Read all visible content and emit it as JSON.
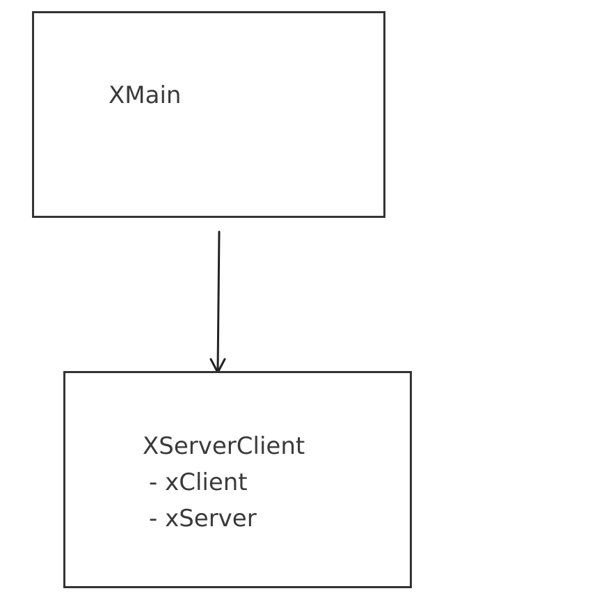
{
  "diagram": {
    "nodes": [
      {
        "id": "main",
        "title": "XMain",
        "members": []
      },
      {
        "id": "client",
        "title": "XServerClient",
        "members": [
          "- xClient",
          "- xServer"
        ]
      }
    ],
    "edges": [
      {
        "from": "main",
        "to": "client",
        "style": "arrow"
      }
    ]
  }
}
